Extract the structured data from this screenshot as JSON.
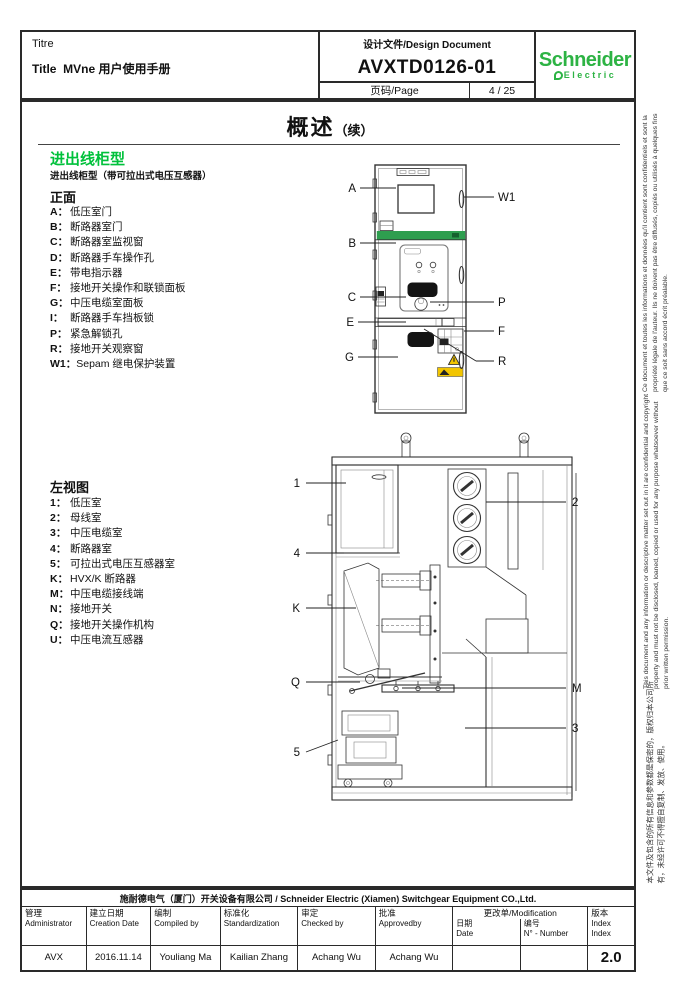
{
  "header": {
    "titre_label": "Titre",
    "title_label": "Title",
    "title_value": "MVne 用户使用手册",
    "design_doc_label": "设计文件/Design Document",
    "doc_number": "AVXTD0126-01",
    "page_label": "页码/Page",
    "page_value": "4 / 25",
    "logo": {
      "line1": "Schneider",
      "line2": "Electric"
    }
  },
  "page_title": {
    "main": "概述",
    "suffix": "（续）"
  },
  "section": {
    "heading": "进出线柜型",
    "subheading": "进出线柜型（带可拉出式电压互感器）",
    "front_view": {
      "title": "正面",
      "items": [
        {
          "key": "A：",
          "label": "低压室门"
        },
        {
          "key": "B：",
          "label": "断路器室门"
        },
        {
          "key": "C：",
          "label": "断路器室监视窗"
        },
        {
          "key": "D：",
          "label": "断路器手车操作孔"
        },
        {
          "key": "E：",
          "label": "带电指示器"
        },
        {
          "key": "F：",
          "label": "接地开关操作和联锁面板"
        },
        {
          "key": "G：",
          "label": "中压电缆室面板"
        },
        {
          "key": "I：",
          "label": "断路器手车挡板锁"
        },
        {
          "key": "P：",
          "label": "紧急解锁孔"
        },
        {
          "key": "R：",
          "label": "接地开关观察窗"
        },
        {
          "key": "W1：",
          "label": "Sepam 继电保护装置"
        }
      ]
    },
    "left_view": {
      "title": "左视图",
      "items": [
        {
          "key": "1：",
          "label": "低压室"
        },
        {
          "key": "2：",
          "label": "母线室"
        },
        {
          "key": "3：",
          "label": "中压电缆室"
        },
        {
          "key": "4：",
          "label": "断路器室"
        },
        {
          "key": "5：",
          "label": "可拉出式电压互感器室"
        },
        {
          "key": "K：",
          "label": "HVX/K 断路器"
        },
        {
          "key": "M：",
          "label": "中压电缆接线端"
        },
        {
          "key": "N：",
          "label": "接地开关"
        },
        {
          "key": "Q：",
          "label": "接地开关操作机构"
        },
        {
          "key": "U：",
          "label": "中压电流互感器"
        }
      ]
    }
  },
  "figures": {
    "front": {
      "callouts": [
        "A",
        "W1",
        "B",
        "C",
        "P",
        "E",
        "F",
        "G",
        "R"
      ]
    },
    "left": {
      "callouts": [
        "1",
        "2",
        "4",
        "K",
        "Q",
        "M",
        "3",
        "5"
      ]
    }
  },
  "sidebar_disclaimers": {
    "french": "Ce document et toutes les informations et données qu'il contient sont confidentiels et sont la propriété légale de l'auteur. Ils ne doivent pas être diffusés, copiés ou utilisés à quelques fins que ce soit sans accord écrit préalable.",
    "english": "This document and any information or descriptive matter set out in it are confidential and copyright property and must not be disclosed, loaned, copied or used for any purpose whatsoever without prior written permission.",
    "chinese": "本文件及包含的所有信息和参数都是保密的，版权归本公司所有，未经许可不得擅自复制、发放、使用。"
  },
  "footer": {
    "company": "施耐德电气（厦门）开关设备有限公司 / Schneider Electric (Xiamen)  Switchgear Equipment CO.,Ltd.",
    "columns": [
      {
        "zh": "管理",
        "en": "Administrator",
        "value": "AVX"
      },
      {
        "zh": "建立日期",
        "en": "Creation Date",
        "value": "2016.11.14"
      },
      {
        "zh": "编制",
        "en": "Compiled by",
        "value": "Youliang Ma"
      },
      {
        "zh": "标准化",
        "en": "Standardization",
        "value": "Kailian Zhang"
      },
      {
        "zh": "审定",
        "en": "Checked by",
        "value": "Achang Wu"
      },
      {
        "zh": "批准",
        "en": "Approvedby",
        "value": "Achang Wu"
      }
    ],
    "modification": {
      "header": "更改单/Modification",
      "date_zh": "日期",
      "date_en": "Date",
      "date_value": "",
      "num_zh": "编号",
      "num_en": "N° - Number",
      "num_value": ""
    },
    "index": {
      "zh": "版本",
      "en1": "Index",
      "en2": "Index",
      "value": "2.0"
    }
  },
  "colors": {
    "accent_green": "#00c13b",
    "logo_green": "#2db344",
    "cabinet_bar_green": "#2e9e4f",
    "warning_yellow": "#f2c500"
  }
}
